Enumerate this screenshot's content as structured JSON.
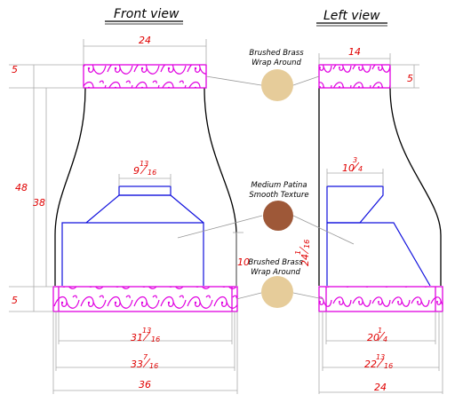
{
  "titles": {
    "front": "Front view",
    "left": "Left view"
  },
  "front": {
    "top_width": "24",
    "band_height": "5",
    "total_height": "48",
    "body_height": "38",
    "box_width_whole": "9",
    "box_width_num": "13",
    "box_width_den": "16",
    "box_height": "10",
    "base_inner_whole": "31",
    "base_inner_num": "13",
    "base_inner_den": "16",
    "base_mid_whole": "33",
    "base_mid_num": "7",
    "base_mid_den": "16",
    "base_width": "36"
  },
  "left": {
    "top_width": "14",
    "band_height": "5",
    "box_width_whole": "10",
    "box_width_num": "3",
    "box_width_den": "4",
    "depth_whole": "24",
    "depth_num": "1",
    "depth_den": "16",
    "base_inner_whole": "20",
    "base_inner_num": "1",
    "base_inner_den": "4",
    "base_mid_whole": "22",
    "base_mid_num": "13",
    "base_mid_den": "16",
    "base_width": "24"
  },
  "callouts": [
    {
      "line1": "Brushed Brass",
      "line2": "Wrap Around",
      "color": "#e6cc9a"
    },
    {
      "line1": "Medium Patina",
      "line2": "Smooth Texture",
      "color": "#9e5838"
    },
    {
      "line1": "Brushed Brass",
      "line2": "Wrap Around",
      "color": "#e6cc9a"
    }
  ]
}
